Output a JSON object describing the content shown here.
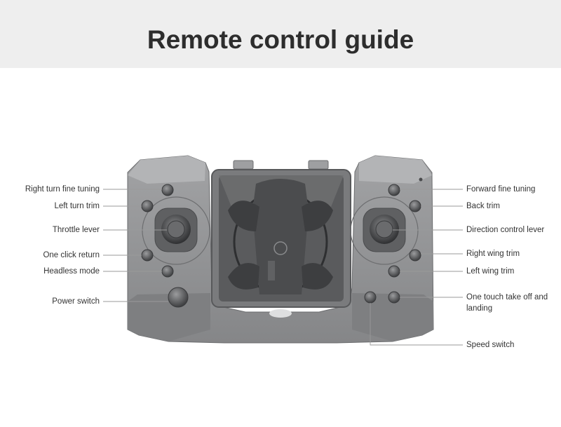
{
  "title": "Remote control guide",
  "colors": {
    "header_bg": "#eeeeee",
    "body": "#8e8f91",
    "body_dark": "#6f7072",
    "body_light": "#a7a8aa",
    "leader_line": "#9a9a9a",
    "text": "#333333"
  },
  "labels": {
    "right_turn_fine_tuning": "Right turn fine tuning",
    "left_turn_trim": "Left turn trim",
    "throttle_lever": "Throttle lever",
    "one_click_return": "One click return",
    "headless_mode": "Headless mode",
    "power_switch": "Power switch",
    "forward_fine_tuning": "Forward fine tuning",
    "back_trim": "Back trim",
    "direction_control_lever": "Direction control lever",
    "right_wing_trim": "Right wing trim",
    "left_wing_trim": "Left wing trim",
    "one_touch_take_off": "One touch take off and landing",
    "speed_switch": "Speed switch"
  }
}
